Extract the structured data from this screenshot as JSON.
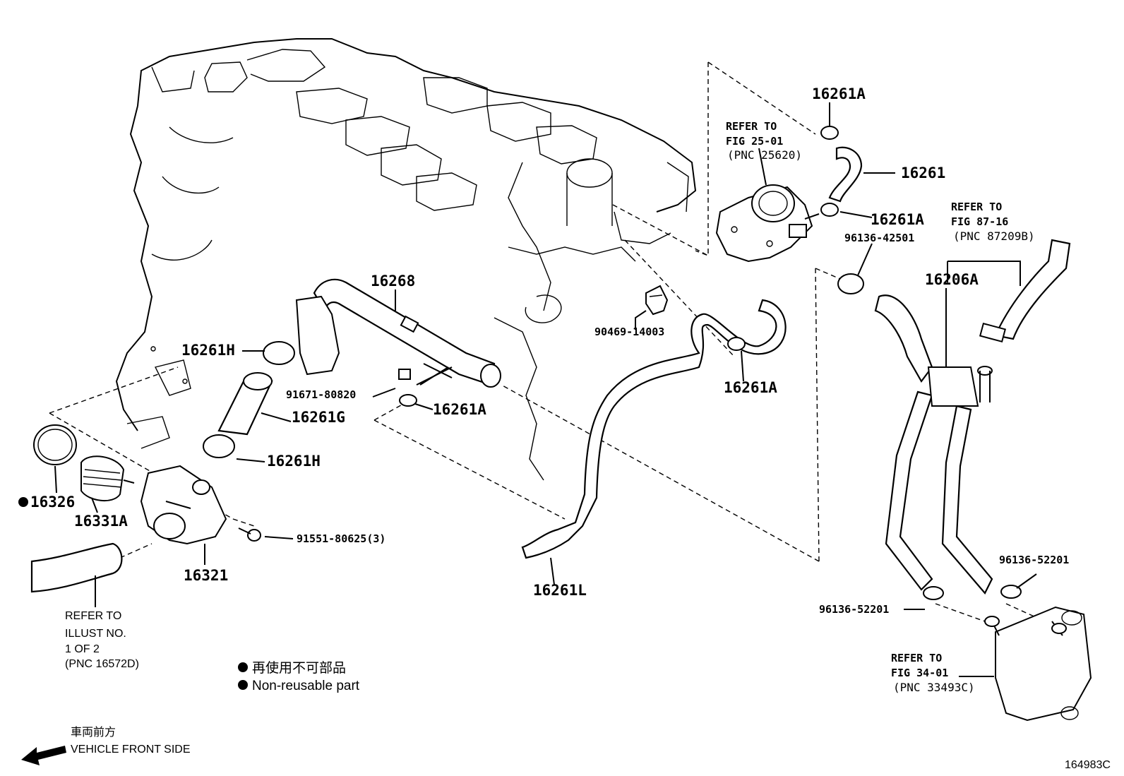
{
  "diagram": {
    "illustration_id": "164983C",
    "part_labels": {
      "p16261A_top": "16261A",
      "p16261": "16261",
      "p16261A_mid": "16261A",
      "p96136_42501": "96136-42501",
      "p16206A": "16206A",
      "p16268": "16268",
      "p16261H_top": "16261H",
      "p91671": "91671-80820",
      "p16261A_low": "16261A",
      "p16261G": "16261G",
      "p16261H_low": "16261H",
      "p90469": "90469-14003",
      "p16261A_right": "16261A",
      "p16326": "16326",
      "p16331A": "16331A",
      "p16321": "16321",
      "p91551": "91551-80625(3)",
      "p16261L": "16261L",
      "p96136_52201_r": "96136-52201",
      "p96136_52201_l": "96136-52201"
    },
    "refer_notes": {
      "fig25": [
        "REFER TO",
        "FIG 25-01",
        "(PNC 25620)"
      ],
      "fig87": [
        "REFER TO",
        "FIG 87-16",
        "(PNC 87209B)"
      ],
      "fig34": [
        "REFER TO",
        "FIG 34-01",
        "(PNC 33493C)"
      ],
      "illust": [
        "REFER TO",
        "ILLUST NO.",
        "1 OF 2",
        "(PNC 16572D)"
      ]
    },
    "legend": {
      "jp": "再使用不可部品",
      "en": "Non-reusable part"
    },
    "direction": {
      "jp": "車両前方",
      "en": "VEHICLE FRONT SIDE"
    }
  }
}
